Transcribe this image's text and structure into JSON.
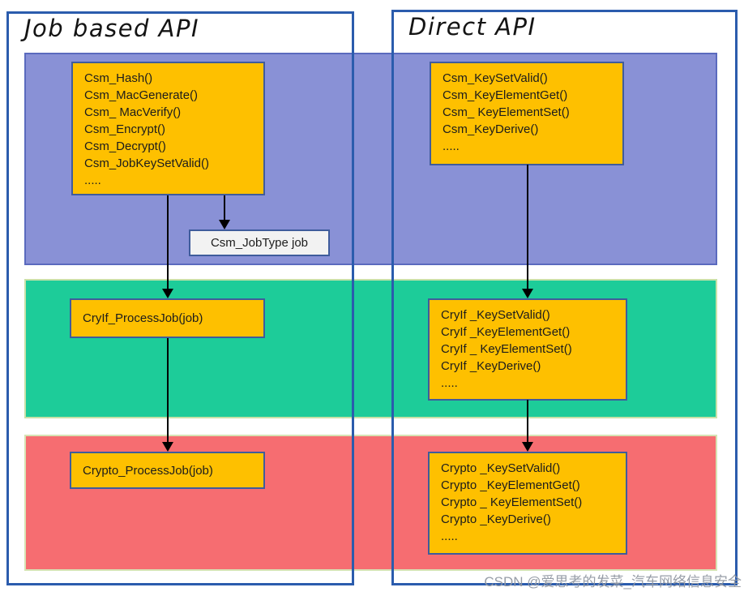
{
  "panels": {
    "left": {
      "title": "Job based API"
    },
    "right": {
      "title": "Direct API"
    }
  },
  "boxes": {
    "csm_job_api": {
      "lines": [
        "Csm_Hash()",
        "Csm_MacGenerate()",
        "Csm_ MacVerify()",
        "Csm_Encrypt()",
        "Csm_Decrypt()",
        "Csm_JobKeySetValid()",
        "....."
      ]
    },
    "csm_key_api": {
      "lines": [
        "Csm_KeySetValid()",
        "Csm_KeyElementGet()",
        "Csm_ KeyElementSet()",
        "Csm_KeyDerive()",
        "....."
      ]
    },
    "csm_job_type": {
      "label": "Csm_JobType job"
    },
    "cryif_process_job": {
      "label": "CryIf_ProcessJob(job)"
    },
    "cryif_key_api": {
      "lines": [
        "CryIf _KeySetValid()",
        "CryIf _KeyElementGet()",
        "CryIf _ KeyElementSet()",
        "CryIf _KeyDerive()",
        "....."
      ]
    },
    "crypto_process_job": {
      "label": "Crypto_ProcessJob(job)"
    },
    "crypto_key_api": {
      "lines": [
        "Crypto _KeySetValid()",
        "Crypto _KeyElementGet()",
        "Crypto _ KeyElementSet()",
        "Crypto _KeyDerive()",
        "....."
      ]
    }
  },
  "watermark": "CSDN @爱思考的发菜_汽车网络信息安全",
  "colors": {
    "csm_band": "#8991d6",
    "cryif_band": "#1dcc99",
    "crypto_band": "#f66d71",
    "function_box_fill": "#fec000",
    "function_box_border": "#3f5c9c",
    "panel_border": "#2b5cad",
    "job_type_fill": "#f2f2f2",
    "arrow": "#000000",
    "watermark_text": "#9198a2"
  }
}
